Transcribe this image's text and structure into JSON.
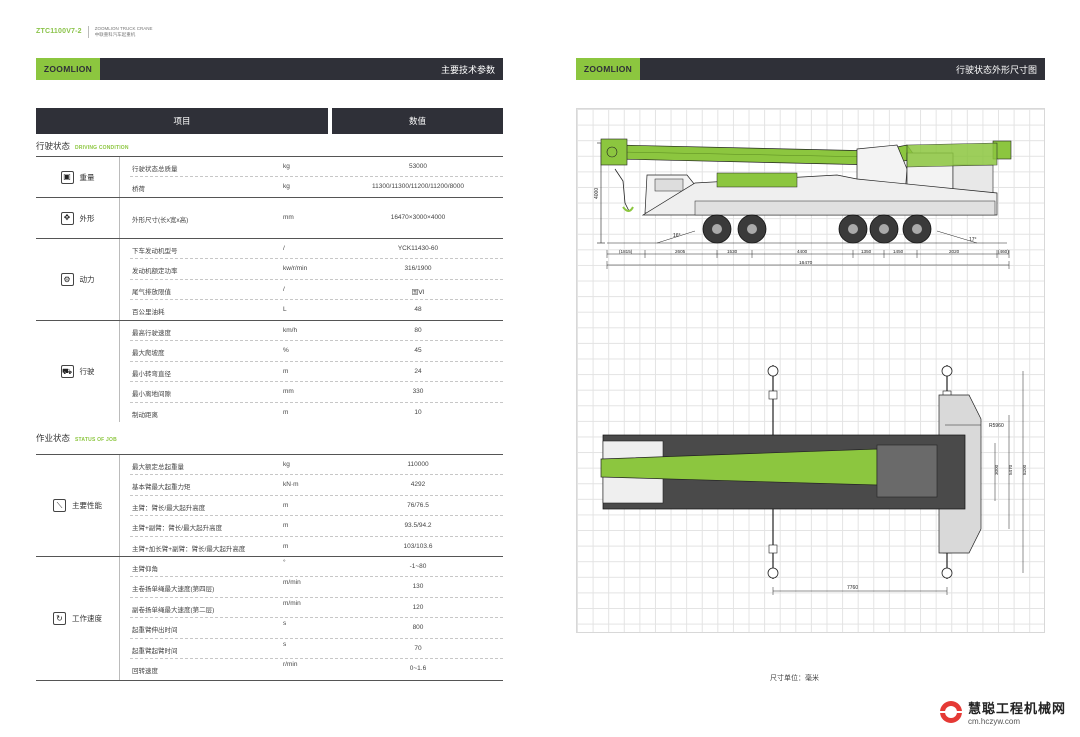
{
  "header": {
    "model": "ZTC1100V7-2",
    "sub_en": "ZOOMLION TRUCK CRANE",
    "sub_cn": "中联重科汽车起重机"
  },
  "left_banner": {
    "logo": "ZOOMLION",
    "title": "主要技术参数"
  },
  "right_banner": {
    "logo": "ZOOMLION",
    "title": "行驶状态外形尺寸图"
  },
  "table": {
    "col_item": "项目",
    "col_value": "数值",
    "sections": [
      {
        "title": "行驶状态",
        "title_en": "DRIVING CONDITION",
        "groups": [
          {
            "label": "重量",
            "icon": "weight-icon",
            "rows": [
              {
                "name": "行驶状态总质量",
                "unit": "kg",
                "value": "53000"
              },
              {
                "name": "桥荷",
                "unit": "kg",
                "value": "11300/11300/11200/11200/8000"
              }
            ]
          },
          {
            "label": "外形",
            "icon": "dimension-arrows-icon",
            "rows": [
              {
                "name": "外形尺寸(长x宽x高)",
                "unit": "mm",
                "value": "16470×3000×4000"
              }
            ]
          },
          {
            "label": "动力",
            "icon": "engine-icon",
            "rows": [
              {
                "name": "下车发动机型号",
                "unit": "/",
                "value": "YCK11430-60"
              },
              {
                "name": "发动机额定功率",
                "unit": "kw/r/min",
                "value": "316/1900"
              },
              {
                "name": "尾气排放限值",
                "unit": "/",
                "value": "国Ⅵ"
              },
              {
                "name": "百公里油耗",
                "unit": "L",
                "value": "48"
              }
            ]
          },
          {
            "label": "行驶",
            "icon": "truck-icon",
            "rows": [
              {
                "name": "最高行驶速度",
                "unit": "km/h",
                "value": "80"
              },
              {
                "name": "最大爬坡度",
                "unit": "%",
                "value": "45"
              },
              {
                "name": "最小转弯直径",
                "unit": "m",
                "value": "24"
              },
              {
                "name": "最小离地间隙",
                "unit": "mm",
                "value": "330"
              },
              {
                "name": "制动距离",
                "unit": "m",
                "value": "10"
              }
            ]
          }
        ]
      },
      {
        "title": "作业状态",
        "title_en": "STATUS OF JOB",
        "groups": [
          {
            "label": "主要性能",
            "icon": "boom-icon",
            "rows": [
              {
                "name": "最大额定总起重量",
                "unit": "kg",
                "value": "110000"
              },
              {
                "name": "基本臂最大起重力矩",
                "unit": "kN·m",
                "value": "4292"
              },
              {
                "name": "主臂：臂长/最大起升高度",
                "unit": "m",
                "value": "76/76.5"
              },
              {
                "name": "主臂+副臂：臂长/最大起升高度",
                "unit": "m",
                "value": "93.5/94.2"
              },
              {
                "name": "主臂+加长臂+副臂：臂长/最大起升高度",
                "unit": "m",
                "value": "103/103.6"
              }
            ]
          },
          {
            "label": "工作速度",
            "icon": "speed-icon",
            "rows": [
              {
                "name": "主臂仰角",
                "unit": "°",
                "value": "-1~80"
              },
              {
                "name": "主卷扬单绳最大速度(第四层)",
                "unit": "m/min",
                "value": "130"
              },
              {
                "name": "副卷扬单绳最大速度(第二层)",
                "unit": "m/min",
                "value": "120"
              },
              {
                "name": "起重臂伸出时间",
                "unit": "s",
                "value": "800"
              },
              {
                "name": "起重臂起臂时间",
                "unit": "s",
                "value": "70"
              },
              {
                "name": "回转速度",
                "unit": "r/min",
                "value": "0~1.6"
              }
            ]
          }
        ]
      }
    ]
  },
  "drawing": {
    "side_dims": [
      "(1815)",
      "2605",
      "1530",
      "4400",
      "1350",
      "1450",
      "2020",
      "(460)"
    ],
    "total_length": "16470",
    "height": "4000",
    "angle_front": "16°",
    "angle_rear": "17°",
    "plan_dims": {
      "radius": "R5960",
      "width_a": "3000",
      "width_b": "5470",
      "width_c": "8200",
      "length": "7760"
    },
    "colors": {
      "boom_green": "#8cc63f",
      "line": "#222222"
    }
  },
  "unit_note": "尺寸单位：毫米",
  "watermark": {
    "title": "慧聪工程机械网",
    "url": "cm.hczyw.com"
  }
}
